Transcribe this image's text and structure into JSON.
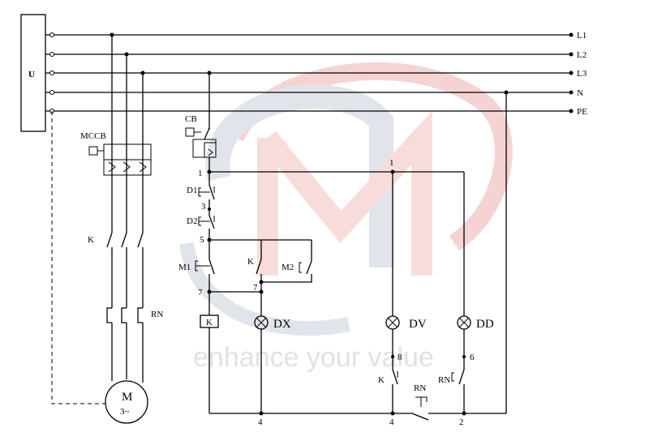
{
  "source_label": "U",
  "lines": [
    "L1",
    "L2",
    "L3",
    "N",
    "PE"
  ],
  "power": {
    "mccb_label": "MCCB",
    "contactor_label": "K",
    "overload_label": "RN",
    "motor_label": "M",
    "motor_sub": "3~"
  },
  "control": {
    "cb_label": "CB",
    "d1_label": "D1",
    "d2_label": "D2",
    "m1_label": "M1",
    "m2_label": "M2",
    "k_contact_label": "K",
    "coil_label": "K",
    "dx_label": "DX",
    "dv_label": "DV",
    "dd_label": "DD",
    "k_aux_label": "K",
    "rn_aux_label": "RN",
    "rn_nc_label": "RN",
    "nodes": {
      "n1": "1",
      "n3": "3",
      "n5": "5",
      "n7a": "7",
      "n7b": "7",
      "n1b": "1",
      "n8": "8",
      "n6": "6",
      "n4a": "4",
      "n4b": "4",
      "n2": "2"
    }
  },
  "watermark": {
    "text": "enhance your value",
    "color": "#c8ccd6",
    "accent": "#f2b5b5"
  }
}
